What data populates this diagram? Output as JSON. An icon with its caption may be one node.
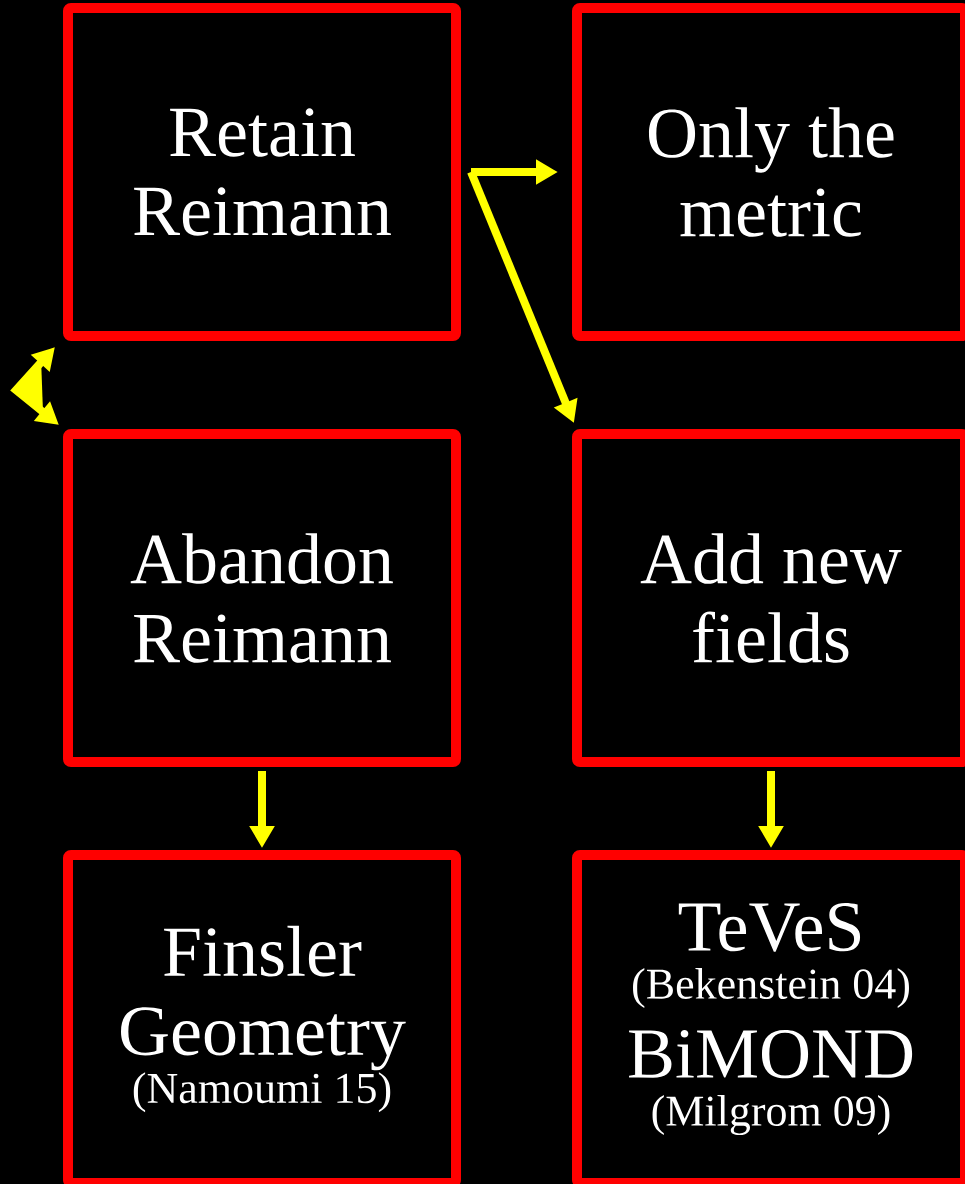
{
  "diagram": {
    "nodes": [
      {
        "text": [
          "Retain Reimann"
        ]
      },
      {
        "text": [
          "Only the metric"
        ]
      },
      {
        "text": [
          "Abandon Reimann"
        ]
      },
      {
        "text": [
          "Add new fields"
        ]
      },
      {
        "text": [
          "Finsler Geometry",
          "(Namoumi 15)"
        ]
      },
      {
        "text": [
          "TeVeS",
          "(Bekenstein 04)",
          "BiMOND",
          "(Milgrom 09)"
        ]
      }
    ],
    "edges": [
      {
        "from": 0,
        "to": 1,
        "arrow": "to"
      },
      {
        "from": 0,
        "to": 3,
        "arrow": "to"
      },
      {
        "from": 0,
        "to": 2,
        "arrow": "both"
      },
      {
        "from": 2,
        "to": 4,
        "arrow": "to"
      },
      {
        "from": 3,
        "to": 5,
        "arrow": "to"
      }
    ]
  }
}
